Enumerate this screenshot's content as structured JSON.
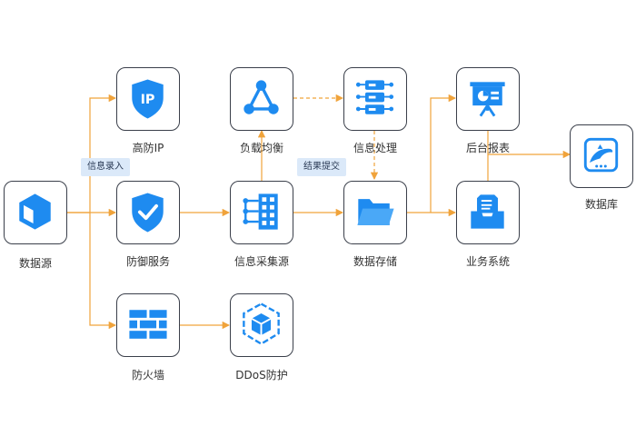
{
  "colors": {
    "icon": "#1e8bf0",
    "line": "#f0a33b",
    "border": "#3a3f4a",
    "tag_bg": "#dbe9f9"
  },
  "nodes": {
    "data_source": {
      "label": "数据源",
      "icon": "cube-icon"
    },
    "high_ip": {
      "label": "高防IP",
      "icon": "shield-ip-icon",
      "icon_text": "IP"
    },
    "defense": {
      "label": "防御服务",
      "icon": "shield-check-icon"
    },
    "firewall": {
      "label": "防火墙",
      "icon": "brick-wall-icon"
    },
    "load_balance": {
      "label": "负载均衡",
      "icon": "triangle-network-icon"
    },
    "collect": {
      "label": "信息采集源",
      "icon": "building-network-icon"
    },
    "ddos": {
      "label": "DDoS防护",
      "icon": "ddos-cube-icon"
    },
    "process": {
      "label": "信息处理",
      "icon": "server-rack-icon"
    },
    "storage": {
      "label": "数据存储",
      "icon": "folder-icon"
    },
    "report": {
      "label": "后台报表",
      "icon": "presentation-board-icon"
    },
    "business": {
      "label": "业务系统",
      "icon": "inbox-tray-icon"
    },
    "database": {
      "label": "数据库",
      "icon": "dolphin-database-icon"
    }
  },
  "tags": {
    "info_entry": "信息录入",
    "submit": "结果提交"
  }
}
